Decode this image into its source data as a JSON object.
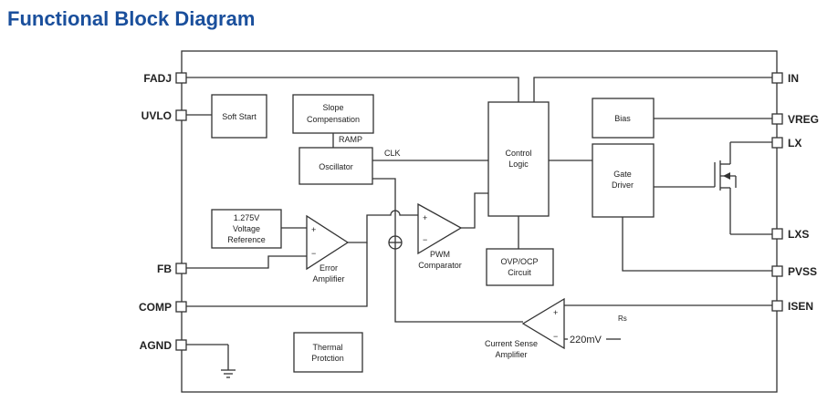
{
  "page_title": "Functional Block Diagram",
  "pins": {
    "fadj": "FADJ",
    "uvlo": "UVLO",
    "fb": "FB",
    "comp": "COMP",
    "agnd": "AGND",
    "in": "IN",
    "vreg": "VREG",
    "lx": "LX",
    "lxs": "LXS",
    "pvss": "PVSS",
    "isen": "ISEN"
  },
  "blocks": {
    "soft_start": "Soft Start",
    "slope_1": "Slope",
    "slope_2": "Compensation",
    "oscillator": "Oscillator",
    "control_1": "Control",
    "control_2": "Logic",
    "bias": "Bias",
    "gate_1": "Gate",
    "gate_2": "Driver",
    "vref_1": "1.275V",
    "vref_2": "Voltage",
    "vref_3": "Reference",
    "ovp_1": "OVP/OCP",
    "ovp_2": "Circuit",
    "thermal_1": "Thermal",
    "thermal_2": "Protction"
  },
  "amps": {
    "error_1": "Error",
    "error_2": "Amplifier",
    "pwm_1": "PWM",
    "pwm_2": "Comparator",
    "cs_1": "Current Sense",
    "cs_2": "Amplifier"
  },
  "signals": {
    "ramp": "RAMP",
    "clk": "CLK",
    "rs": "Rs",
    "offset": "220mV"
  },
  "symbols": {
    "plus": "+",
    "minus": "−"
  }
}
